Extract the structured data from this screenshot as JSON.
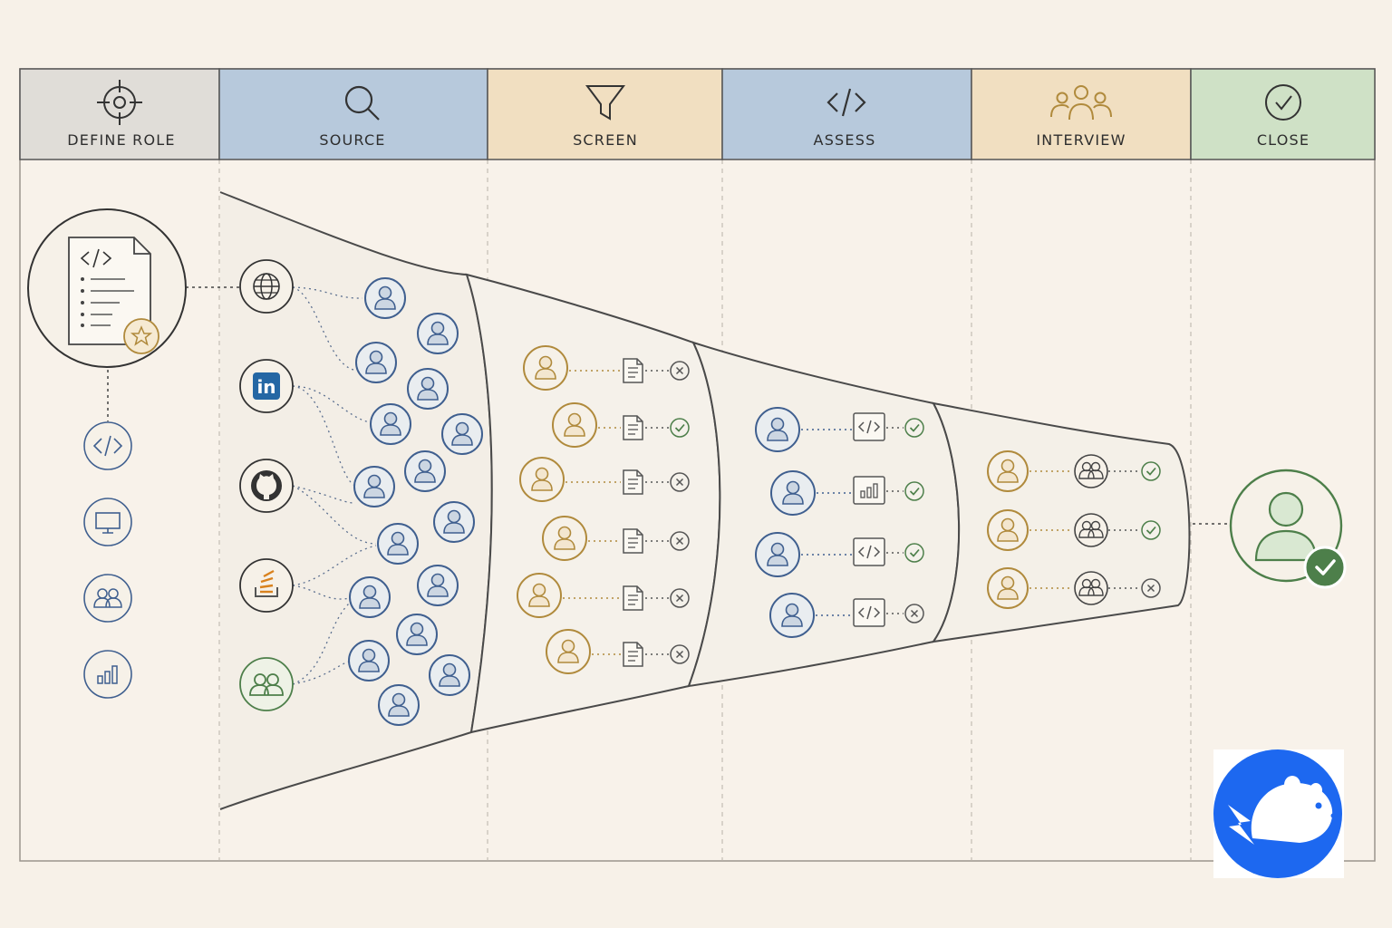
{
  "stages": [
    {
      "label": "DEFINE ROLE",
      "icon": "target-icon",
      "color": "#e0ddd8"
    },
    {
      "label": "SOURCE",
      "icon": "magnifier-icon",
      "color": "#b7c9dc"
    },
    {
      "label": "SCREEN",
      "icon": "funnel-icon",
      "color": "#f1dfc1"
    },
    {
      "label": "ASSESS",
      "icon": "code-icon",
      "color": "#b7c9dc"
    },
    {
      "label": "INTERVIEW",
      "icon": "people-group-icon",
      "color": "#f1dfc1"
    },
    {
      "label": "CLOSE",
      "icon": "check-circle-icon",
      "color": "#cfe1c6"
    }
  ],
  "colors": {
    "background": "#f7f1e8",
    "blue": "#3f5f8f",
    "gold": "#b08a3c",
    "green": "#4d7f4a",
    "gray": "#555555",
    "linkedin": "#2467a4",
    "logo_blue": "#1d68f0"
  },
  "define_role": {
    "doc_icon": "job-description-icon",
    "requirements": [
      "code-icon",
      "monitor-icon",
      "people-icon",
      "bar-chart-icon"
    ]
  },
  "sources": [
    {
      "icon": "globe-icon",
      "label": ""
    },
    {
      "icon": "linkedin-icon",
      "label": "in"
    },
    {
      "icon": "github-icon",
      "label": ""
    },
    {
      "icon": "stackoverflow-icon",
      "label": ""
    },
    {
      "icon": "community-icon",
      "label": ""
    }
  ],
  "screen_rows": [
    {
      "result": "reject"
    },
    {
      "result": "pass"
    },
    {
      "result": "reject"
    },
    {
      "result": "reject"
    },
    {
      "result": "reject"
    },
    {
      "result": "reject"
    }
  ],
  "assess_rows": [
    {
      "test": "code-icon",
      "result": "pass"
    },
    {
      "test": "bar-chart-icon",
      "result": "pass"
    },
    {
      "test": "code-icon",
      "result": "pass"
    },
    {
      "test": "code-icon",
      "result": "reject"
    }
  ],
  "interview_rows": [
    {
      "result": "pass"
    },
    {
      "result": "pass"
    },
    {
      "result": "reject"
    }
  ],
  "close": {
    "icon": "hired-candidate-icon",
    "badge": "check-icon"
  },
  "logo": {
    "icon": "hamster-logo-icon"
  }
}
